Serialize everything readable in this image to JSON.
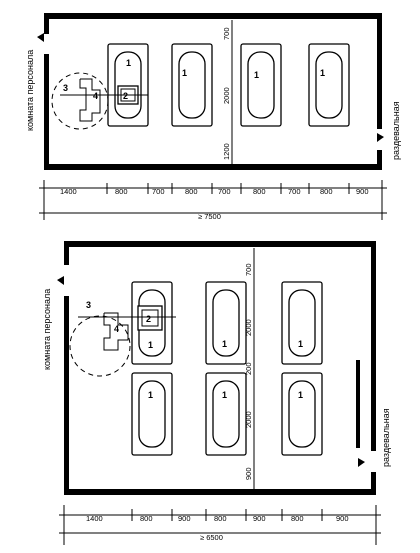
{
  "plan1": {
    "left_room": "комната персонала",
    "right_room": "раздевальная",
    "tub_labels": [
      "1",
      "1",
      "1",
      "1"
    ],
    "marks": {
      "desk": "2",
      "chair": "3",
      "post": "4"
    },
    "dims_bottom": [
      "1400",
      "800",
      "700",
      "800",
      "700",
      "800",
      "700",
      "800",
      "900"
    ],
    "total": "≥ 7500",
    "dims_vertical": [
      "700",
      "2000",
      "1200"
    ]
  },
  "plan2": {
    "left_room": "комната персонала",
    "right_room": "раздевальная",
    "tub_labels": [
      "1",
      "1",
      "1",
      "1",
      "1",
      "1"
    ],
    "marks": {
      "desk": "2",
      "chair": "3",
      "post": "4"
    },
    "dims_bottom": [
      "1400",
      "800",
      "900",
      "800",
      "900",
      "800",
      "900"
    ],
    "total": "≥ 6500",
    "dims_vertical": [
      "700",
      "2000",
      "200",
      "2000",
      "900"
    ]
  }
}
